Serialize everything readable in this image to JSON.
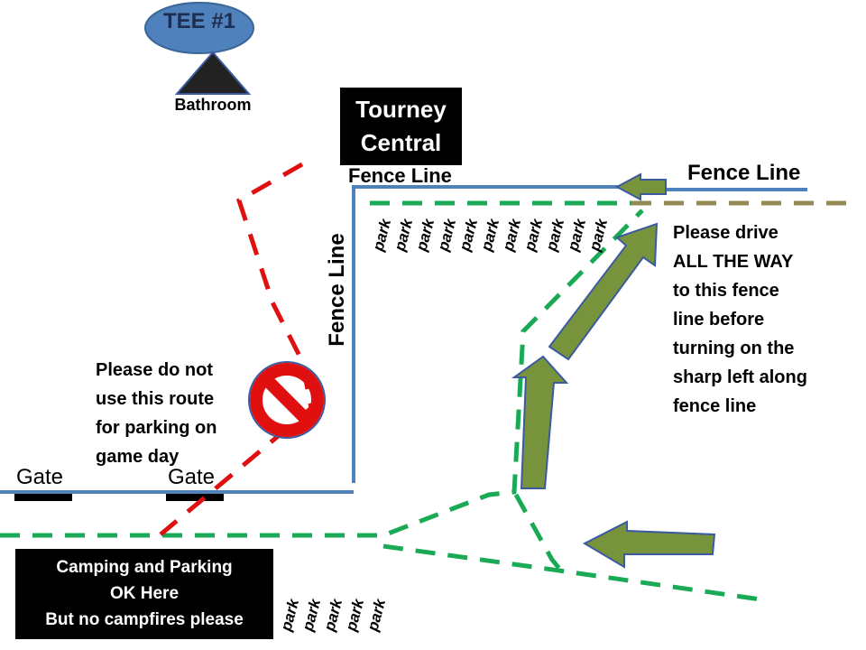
{
  "tee_label": "TEE #1",
  "bathroom_label": "Bathroom",
  "tourney_central": "Tourney\nCentral",
  "fence_line_labels": [
    "Fence Line",
    "Fence Line",
    "Fence Line"
  ],
  "gate_labels": [
    "Gate",
    "Gate"
  ],
  "no_route_note": "Please do not\nuse this route\nfor parking on\ngame day",
  "drive_note": "Please drive\nALL THE WAY\nto this fence\nline before\nturning on the\nsharp left along\nfence line",
  "camping_note": "Camping and Parking\nOK Here\nBut no campfires please",
  "park_label": "park",
  "colors": {
    "fence": "#4f81bd",
    "route": "#1aaa55",
    "closed_route": "#e01010",
    "arrow": "#77933c",
    "arrow_outline": "#3b5aa0",
    "tee_oval": "#4f81bd",
    "far_route": "#948a54",
    "label_box": "#000000"
  }
}
